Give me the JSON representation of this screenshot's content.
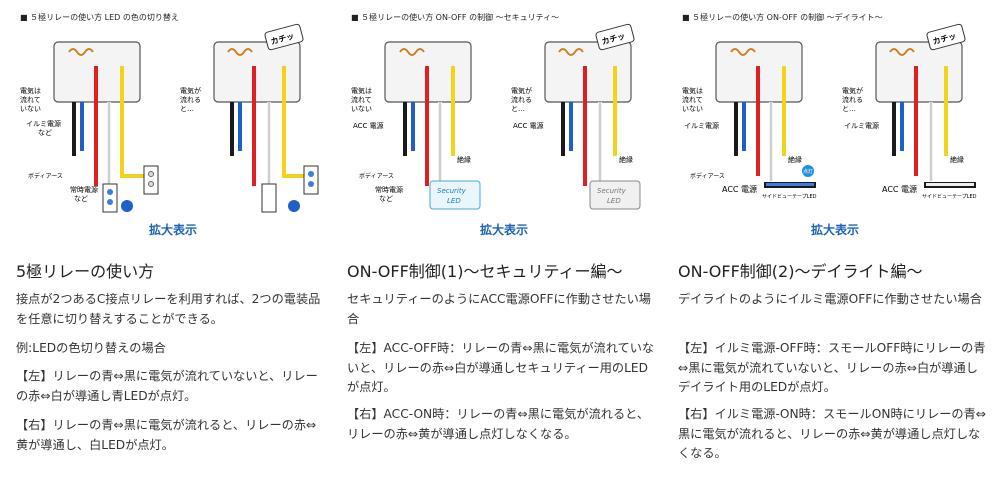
{
  "columns": [
    {
      "diagram": {
        "heading": "■ ５極リレーの使い方 LED の色の切り替え",
        "labels": {
          "no_current": [
            "電気は",
            "流れて",
            "いない"
          ],
          "flowing": [
            "電気が",
            "流れる",
            "と…"
          ],
          "illumi": [
            "イルミ電源",
            "など"
          ],
          "body_earth": "ボディアース",
          "constant": [
            "常時電源",
            "など"
          ],
          "click": "カチッ"
        }
      },
      "zoom_label": "拡大表示",
      "title": "5極リレーの使い方",
      "paragraphs": [
        "接点が2つあるC接点リレーを利用すれば、2つの電装品を任意に切り替えすることができる。",
        "例:LEDの色切り替えの場合",
        "【左】リレーの青⇔黒に電気が流れていないと、リレーの赤⇔白が導通し青LEDが点灯。",
        "【右】リレーの青⇔黒に電気が流れると、リレーの赤⇔黄が導通し、白LEDが点灯。"
      ]
    },
    {
      "diagram": {
        "heading": "■ ５極リレーの使い方 ON-OFF の制御 〜セキュリティ〜",
        "labels": {
          "no_current": [
            "電気は",
            "流れて",
            "いない"
          ],
          "flowing": [
            "電気が",
            "流れる",
            "と…"
          ],
          "acc": "ACC 電源",
          "body_earth": "ボディアース",
          "constant": [
            "常時電源",
            "など"
          ],
          "insulate": "絶縁",
          "security_led": [
            "Security",
            "LED"
          ],
          "click": "カチッ"
        }
      },
      "zoom_label": "拡大表示",
      "title": "ON-OFF制御(1)〜セキュリティー編〜",
      "paragraphs": [
        "セキュリティーのようにACC電源OFFに作動させたい場合",
        "【左】ACC-OFF時：リレーの青⇔黒に電気が流れていないと、リレーの赤⇔白が導通しセキュリティー用のLEDが点灯。",
        "【右】ACC-ON時：リレーの青⇔黒に電気が流れると、リレーの赤⇔黄が導通し点灯しなくなる。"
      ]
    },
    {
      "diagram": {
        "heading": "■ ５極リレーの使い方 ON-OFF の制御 〜デイライト〜",
        "labels": {
          "no_current": [
            "電気は",
            "流れて",
            "いない"
          ],
          "flowing": [
            "電気が",
            "流れる",
            "と…"
          ],
          "illumi": "イルミ電源",
          "body_earth": "ボディアース",
          "acc": "ACC 電源",
          "insulate": "絶縁",
          "lit": "点灯",
          "led_tape": "サイドビューテープLED",
          "click": "カチッ"
        }
      },
      "zoom_label": "拡大表示",
      "title": "ON-OFF制御(2)〜デイライト編〜",
      "paragraphs": [
        "デイライトのようにイルミ電源OFFに作動させたい場合",
        "【左】イルミ電源-OFF時：スモールOFF時にリレーの青⇔黒に電気が流れていないと、リレーの赤⇔白が導通しデイライト用のLEDが点灯。",
        "【右】イルミ電源-ON時：スモールON時にリレーの青⇔黒に電気が流れると、リレーの赤⇔黄が導通し点灯しなくなる。"
      ]
    }
  ]
}
